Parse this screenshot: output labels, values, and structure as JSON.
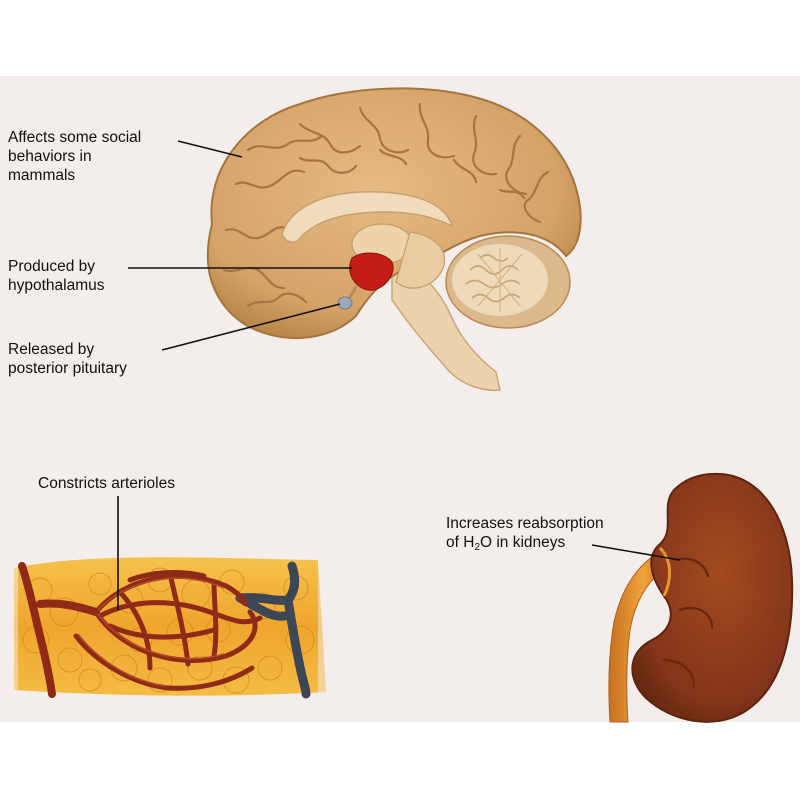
{
  "labels": {
    "social": {
      "line1": "Affects some social",
      "line2": "behaviors in",
      "line3": "mammals"
    },
    "produced": {
      "line1": "Produced by",
      "line2": "hypothalamus"
    },
    "released": {
      "line1": "Released by",
      "line2": "posterior pituitary"
    },
    "constricts": {
      "line1": "Constricts arterioles"
    },
    "kidney": {
      "line1": "Increases reabsorption",
      "line2_prefix": "of H",
      "line2_sub": "2",
      "line2_suffix": "O in kidneys"
    }
  },
  "colors": {
    "background": "#f3eeec",
    "brain": "#d9a96e",
    "brain_shadow": "#b88448",
    "hypothalamus": "#c41c16",
    "pituitary": "#9aa8b8",
    "cerebellum": "#ead6b3",
    "brainstem": "#ecd3ad",
    "arteriole": "#8e2a16",
    "vein": "#3c4654",
    "tissue": "#f2b33a",
    "kidney": "#8a3a16",
    "ureter": "#e8962e",
    "leader_line": "#111111"
  },
  "icons": {
    "brain": "brain-illustration",
    "vessels": "arteriole-network-illustration",
    "kidney": "kidney-illustration"
  }
}
